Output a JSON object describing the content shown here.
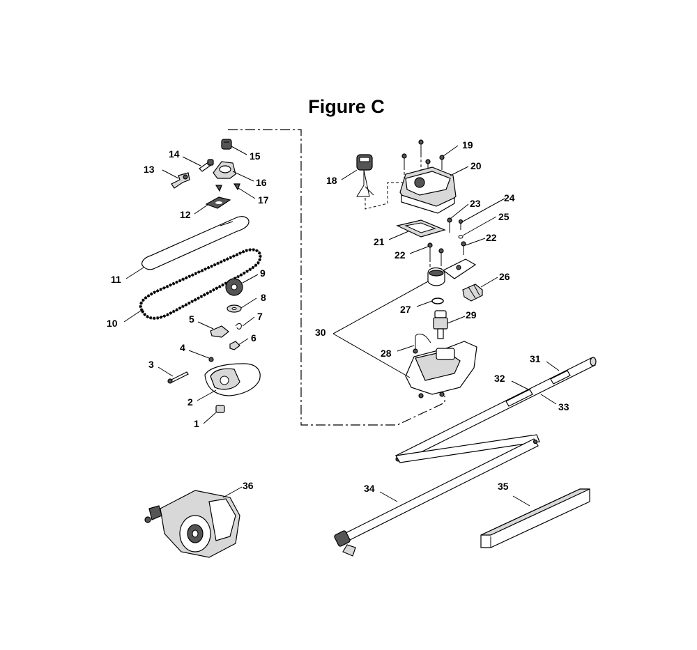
{
  "figure": {
    "title": "Figure C"
  },
  "callouts": [
    {
      "id": "c1",
      "label": "1"
    },
    {
      "id": "c2",
      "label": "2"
    },
    {
      "id": "c3",
      "label": "3"
    },
    {
      "id": "c4",
      "label": "4"
    },
    {
      "id": "c5",
      "label": "5"
    },
    {
      "id": "c6",
      "label": "6"
    },
    {
      "id": "c7",
      "label": "7"
    },
    {
      "id": "c8",
      "label": "8"
    },
    {
      "id": "c9",
      "label": "9"
    },
    {
      "id": "c10",
      "label": "10"
    },
    {
      "id": "c11",
      "label": "11"
    },
    {
      "id": "c12",
      "label": "12"
    },
    {
      "id": "c13",
      "label": "13"
    },
    {
      "id": "c14",
      "label": "14"
    },
    {
      "id": "c15",
      "label": "15"
    },
    {
      "id": "c16",
      "label": "16"
    },
    {
      "id": "c17",
      "label": "17"
    },
    {
      "id": "c18",
      "label": "18"
    },
    {
      "id": "c19",
      "label": "19"
    },
    {
      "id": "c20",
      "label": "20"
    },
    {
      "id": "c21",
      "label": "21"
    },
    {
      "id": "c22a",
      "label": "22"
    },
    {
      "id": "c22b",
      "label": "22"
    },
    {
      "id": "c23",
      "label": "23"
    },
    {
      "id": "c24",
      "label": "24"
    },
    {
      "id": "c25",
      "label": "25"
    },
    {
      "id": "c26",
      "label": "26"
    },
    {
      "id": "c27",
      "label": "27"
    },
    {
      "id": "c28",
      "label": "28"
    },
    {
      "id": "c29",
      "label": "29"
    },
    {
      "id": "c30",
      "label": "30"
    },
    {
      "id": "c31",
      "label": "31"
    },
    {
      "id": "c32",
      "label": "32"
    },
    {
      "id": "c33",
      "label": "33"
    },
    {
      "id": "c34",
      "label": "34"
    },
    {
      "id": "c35",
      "label": "35"
    },
    {
      "id": "c36",
      "label": "36"
    }
  ]
}
